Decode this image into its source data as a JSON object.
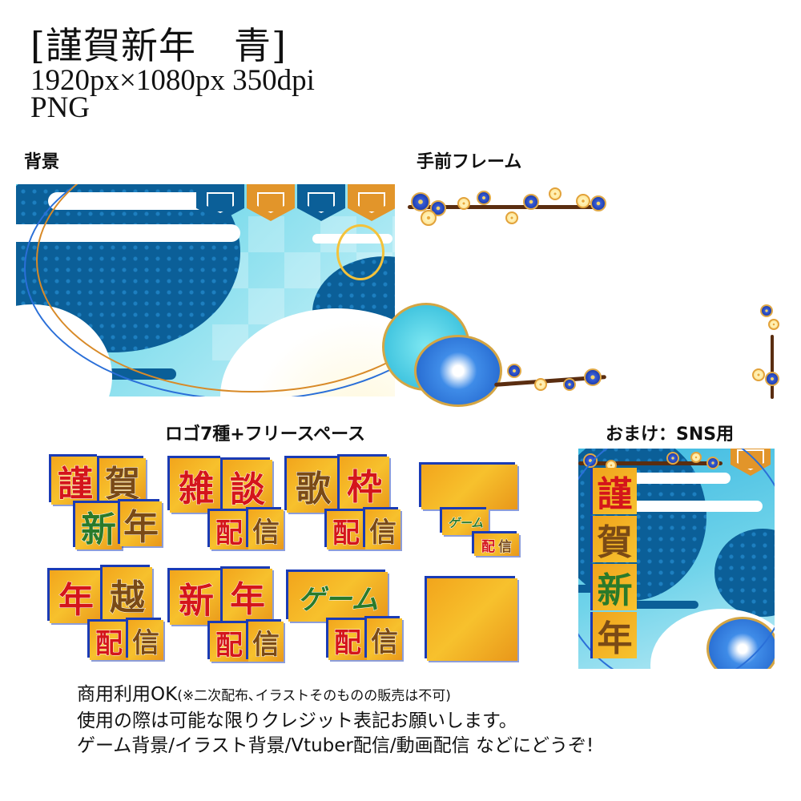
{
  "header": {
    "title": "[謹賀新年　青]",
    "spec": "1920px×1080px 350dpi",
    "format": "PNG"
  },
  "sections": {
    "background_label": "背景",
    "frame_label": "手前フレーム",
    "logos_label": "ロゴ7種+フリースペース",
    "sns_label": "おまけ：SNS用"
  },
  "logos": [
    {
      "top": [
        "謹",
        "賀"
      ],
      "bottom": [
        "新",
        "年"
      ],
      "colors": [
        "red",
        "brown",
        "green",
        "brown"
      ]
    },
    {
      "top": [
        "雑",
        "談"
      ],
      "bottom": [
        "配",
        "信"
      ],
      "colors": [
        "red",
        "red",
        "red",
        "brown"
      ]
    },
    {
      "top": [
        "歌",
        "枠"
      ],
      "bottom": [
        "配",
        "信"
      ],
      "colors": [
        "brown",
        "red",
        "red",
        "brown"
      ]
    },
    {
      "top": [
        "年",
        "越"
      ],
      "bottom": [
        "配",
        "信"
      ],
      "colors": [
        "red",
        "brown",
        "red",
        "brown"
      ]
    },
    {
      "top": [
        "新",
        "年"
      ],
      "bottom": [
        "配",
        "信"
      ],
      "colors": [
        "red",
        "red",
        "red",
        "brown"
      ]
    },
    {
      "top": [
        "ゲーム"
      ],
      "bottom": [
        "配",
        "信"
      ],
      "colors": [
        "green",
        "red",
        "brown"
      ]
    }
  ],
  "free_space": {
    "sample_top": "ゲーム",
    "sample_bottom": [
      "配",
      "信"
    ]
  },
  "sns": {
    "chars": [
      "謹",
      "賀",
      "新",
      "年"
    ]
  },
  "footer": {
    "line1_main": "商用利用OK",
    "line1_note": "(※二次配布､イラストそのものの販売は不可)",
    "line2": "使用の際は可能な限りクレジット表記お願いします。",
    "line3": "ゲーム背景/イラスト背景/Vtuber配信/動画配信 などにどうぞ!"
  },
  "colors": {
    "navy": "#0b5f98",
    "sky": "#5fd0e6",
    "gold": "#f2a51c",
    "tile_border": "#1a3bb5",
    "red": "#d4151b",
    "brown": "#7a4a16",
    "green": "#2a7a2a"
  }
}
